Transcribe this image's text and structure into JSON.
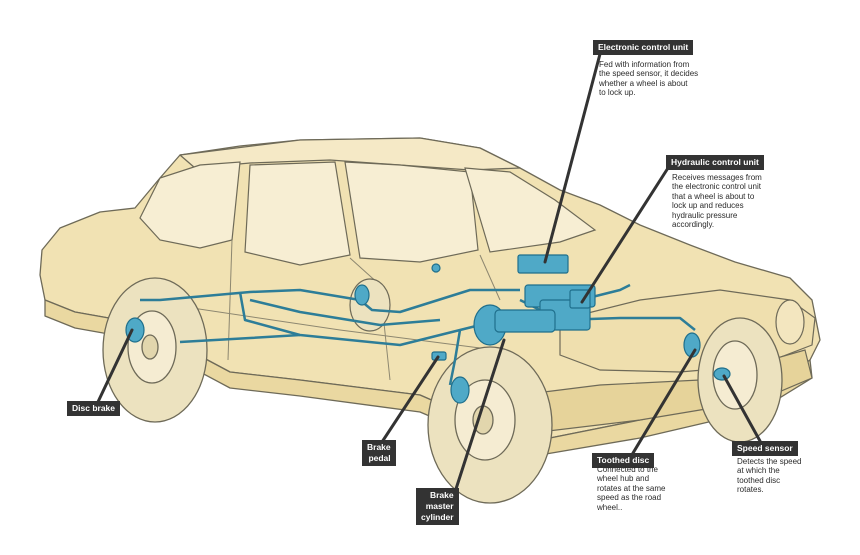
{
  "labels": {
    "ecu": {
      "title": "Electronic control unit",
      "desc": "Fed with information from\nthe speed sensor, it decides\nwhether a wheel is about\nto lock up."
    },
    "hcu": {
      "title": "Hydraulic control unit",
      "desc": "Receives messages from\nthe electronic control unit\nthat a wheel is about to\nlock up and reduces\nhydraulic pressure\naccordingly."
    },
    "disc_brake": {
      "title": "Disc brake"
    },
    "brake_pedal": {
      "title": "Brake\npedal"
    },
    "master_cylinder": {
      "title": "Brake\nmaster\ncylinder"
    },
    "toothed_disc": {
      "title": "Toothed disc",
      "desc": "Connected to the\nwheel hub and\nrotates at the same\nspeed as the road\nwheel.."
    },
    "speed_sensor": {
      "title": "Speed sensor",
      "desc": "Detects the speed\nat which the\ntoothed disc\nrotates."
    }
  },
  "colors": {
    "body": "#f1e2b3",
    "outline": "#6e6a58",
    "tire": "#ece2bf",
    "component": "#4fa9c7",
    "component_dark": "#1f6f8c",
    "pipe": "#2d7d98",
    "label_bg": "#333333",
    "leader": "#333333"
  }
}
